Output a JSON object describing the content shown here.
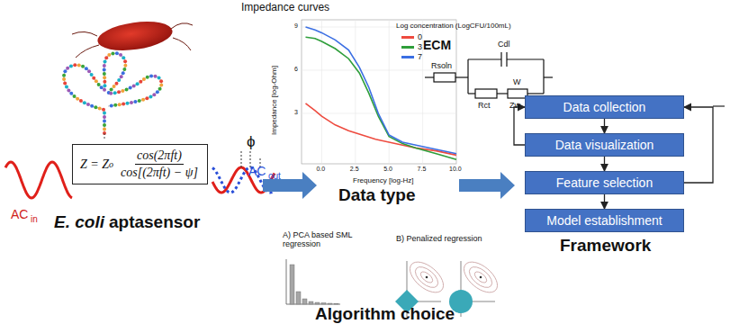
{
  "diagram": {
    "nodes": [
      {
        "text": [
          "Z = Z",
          "o",
          "cos(2πft)",
          "cos[(2πft) − ψ]"
        ]
      },
      {
        "text": [
          "Data collection"
        ]
      },
      {
        "text": [
          "Data visualization"
        ]
      },
      {
        "text": [
          "Feature selection"
        ]
      },
      {
        "text": [
          "Model establishment"
        ]
      }
    ],
    "edges": [
      {
        "from": 1,
        "to": 2,
        "arrow": "to"
      },
      {
        "from": 2,
        "to": 3,
        "arrow": "to"
      },
      {
        "from": 3,
        "to": 4,
        "arrow": "to"
      },
      {
        "from": 2,
        "to": 1,
        "arrow": "to"
      },
      {
        "from": 3,
        "to": 1,
        "arrow": "to"
      }
    ],
    "labels": [
      "Impedance curves",
      "Impedance [log-Ohm]",
      "Frequency [log-Hz]",
      "0.0",
      "2.5",
      "5.0",
      "7.5",
      "10.0",
      "3",
      "6",
      "9",
      "Log concentration (LogCFU/100mL)",
      "ECM",
      "Rsoln",
      "Cdl",
      "Rct",
      "W",
      "Zw",
      "Data type",
      "ϕ",
      "AC",
      "in",
      "AC",
      "out",
      "E. coli",
      "aptasensor",
      "A) PCA based SML regression",
      "B) Penalized regression",
      "Algorithm choice",
      "Framework"
    ],
    "legend": [
      {
        "text": "0",
        "color": "#ee4b3f"
      },
      {
        "text": "3",
        "color": "#2e9e3a"
      },
      {
        "text": "7",
        "color": "#3b6fe3"
      }
    ]
  }
}
